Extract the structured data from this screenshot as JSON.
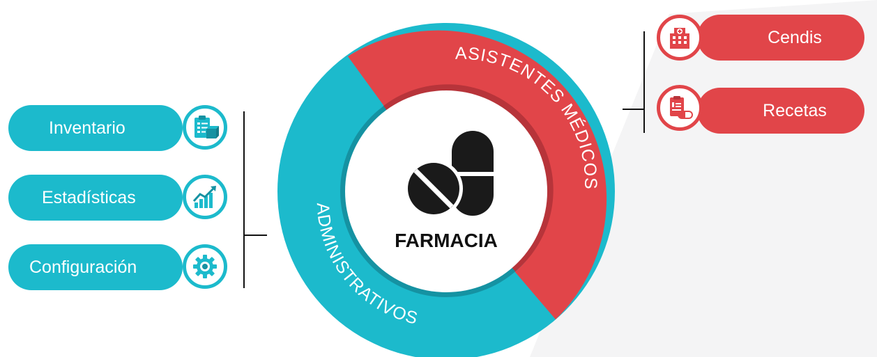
{
  "center": {
    "title": "FARMACIA",
    "icon": "pills-icon"
  },
  "ring": {
    "medical_label": "ASISTENTES MÉDICOS",
    "admin_label": "ADMINISTRATIVOS",
    "colors": {
      "medical": "#e14549",
      "admin": "#1cbacc"
    }
  },
  "admin_modules": [
    {
      "label": "Inventario",
      "icon": "clipboard-box-icon"
    },
    {
      "label": "Estadísticas",
      "icon": "bar-chart-trend-icon"
    },
    {
      "label": "Configuración",
      "icon": "gear-icon"
    }
  ],
  "medical_modules": [
    {
      "label": "Cendis",
      "icon": "hospital-icon"
    },
    {
      "label": "Recetas",
      "icon": "prescription-pills-icon"
    }
  ]
}
